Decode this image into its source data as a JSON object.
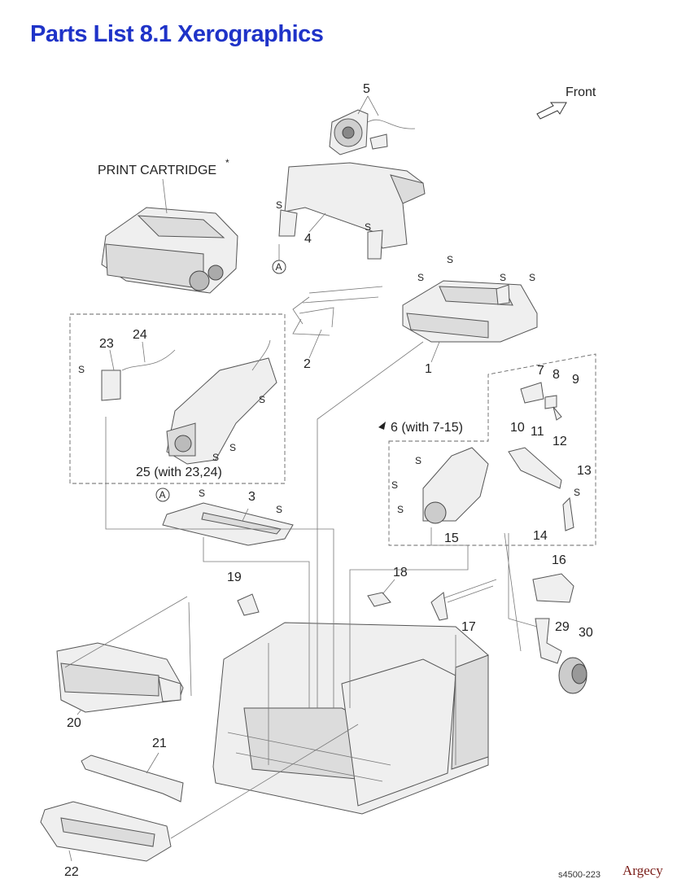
{
  "title": "Parts List 8.1 Xerographics",
  "front_label": "Front",
  "print_cartridge_label": "PRINT CARTRIDGE",
  "asterisk": "*",
  "circle_a": "A",
  "screw_label": "S",
  "callouts": {
    "c1": "1",
    "c2": "2",
    "c3": "3",
    "c4": "4",
    "c5": "5",
    "c6": "6 (with 7-15)",
    "c7": "7",
    "c8": "8",
    "c9": "9",
    "c10": "10",
    "c11": "11",
    "c12": "12",
    "c13": "13",
    "c14": "14",
    "c15": "15",
    "c16": "16",
    "c17": "17",
    "c18": "18",
    "c19": "19",
    "c20": "20",
    "c21": "21",
    "c22": "22",
    "c23": "23",
    "c24": "24",
    "c25": "25 (with 23,24)",
    "c29": "29",
    "c30": "30"
  },
  "doc_id": "s4500-223",
  "brand": "Argecy"
}
